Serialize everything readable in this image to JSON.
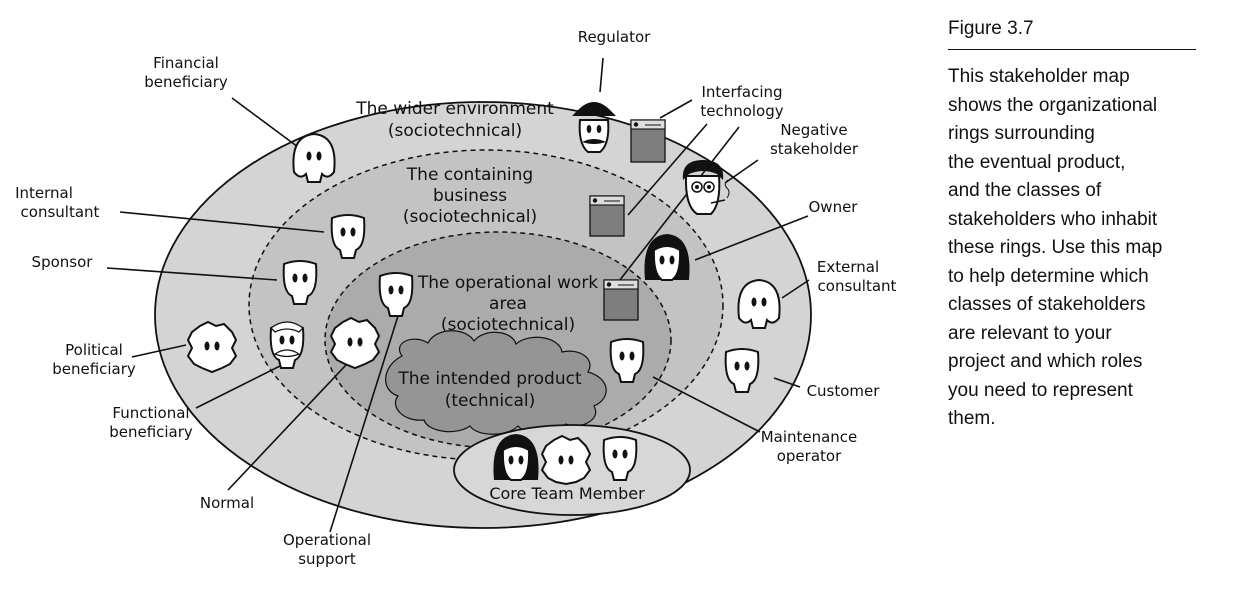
{
  "figure": {
    "title": "Figure 3.7",
    "caption_lines": [
      "This stakeholder map",
      "shows the organizational",
      "rings surrounding",
      "the eventual product,",
      "and the classes of",
      "stakeholders who inhabit",
      "these rings. Use this map",
      "to help determine which",
      "classes of stakeholders",
      "are relevant to your",
      "project and which roles",
      "you need to represent",
      "them."
    ]
  },
  "rings": {
    "wider": [
      "The wider environment",
      "(sociotechnical)"
    ],
    "containing": [
      "The containing",
      "business",
      "(sociotechnical)"
    ],
    "operational": [
      "The operational work",
      "area",
      "(sociotechnical)"
    ],
    "product": [
      "The intended product",
      "(technical)"
    ],
    "core_team": "Core Team Member"
  },
  "stakeholders": {
    "regulator": "Regulator",
    "financial_beneficiary": [
      "Financial",
      "beneficiary"
    ],
    "interfacing_technology": [
      "Interfacing",
      "technology"
    ],
    "negative_stakeholder": [
      "Negative",
      "stakeholder"
    ],
    "owner": "Owner",
    "internal_consultant": [
      "Internal",
      "consultant"
    ],
    "sponsor": "Sponsor",
    "external_consultant": [
      "External",
      "consultant"
    ],
    "political_beneficiary": [
      "Political",
      "beneficiary"
    ],
    "customer": "Customer",
    "functional_beneficiary": [
      "Functional",
      "beneficiary"
    ],
    "maintenance_operator": [
      "Maintenance",
      "operator"
    ],
    "normal": "Normal",
    "operational_support": [
      "Operational",
      "support"
    ]
  },
  "colors": {
    "outer_ring": "#d4d4d4",
    "containing_ring": "#c3c3c3",
    "operational_ring": "#ababab",
    "product_cloud": "#959595",
    "core_team": "#d7d7d7",
    "device": "#7e7e7e"
  }
}
